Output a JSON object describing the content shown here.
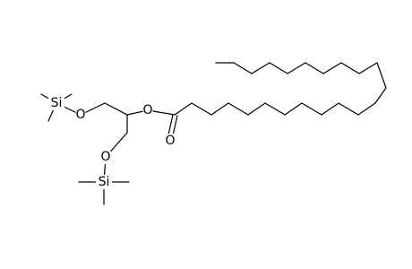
{
  "diagram": {
    "type": "skeletal-structure",
    "colors": {
      "bond": "#000000",
      "background": "#ffffff",
      "label": "#000000"
    },
    "atom_labels": [
      {
        "id": "si1",
        "text": "Si"
      },
      {
        "id": "o1",
        "text": "O"
      },
      {
        "id": "o2",
        "text": "O"
      },
      {
        "id": "o3",
        "text": "O"
      },
      {
        "id": "o4",
        "text": "O"
      },
      {
        "id": "si2",
        "text": "Si"
      }
    ]
  }
}
